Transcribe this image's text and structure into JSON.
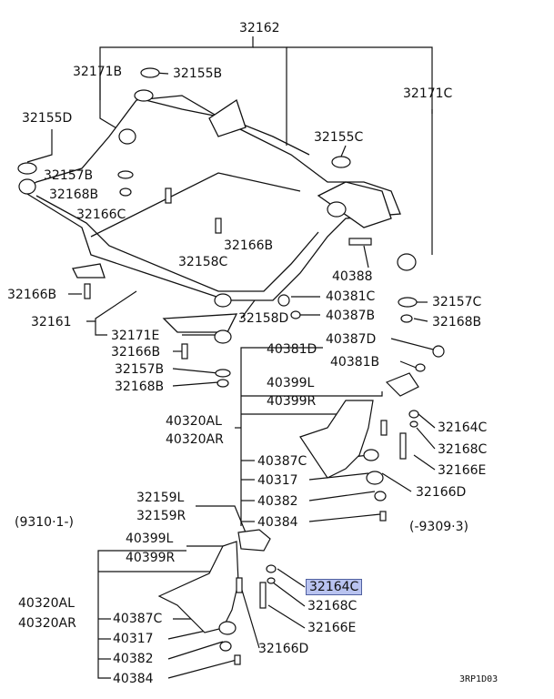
{
  "diagram_code": "3RP1D03",
  "highlight_color": "#b9c3f0",
  "line_color": "#111111",
  "date_ranges": {
    "early": "(9310·1-)",
    "late": "(-9309·3)"
  },
  "parts": {
    "p32162": "32162",
    "p32171B": "32171B",
    "p32155B": "32155B",
    "p32171C": "32171C",
    "p32155D": "32155D",
    "p32155C": "32155C",
    "p32157B_top": "32157B",
    "p32168B_top": "32168B",
    "p32166C": "32166C",
    "p32166B_mid": "32166B",
    "p32158C": "32158C",
    "p40388": "40388",
    "p32166B_left": "32166B",
    "p40381C": "40381C",
    "p32157C": "32157C",
    "p32161": "32161",
    "p32171E": "32171E",
    "p32158D": "32158D",
    "p40387B": "40387B",
    "p32168B_right": "32168B",
    "p32166B_low": "32166B",
    "p40387D": "40387D",
    "p40381D": "40381D",
    "p32157B_low": "32157B",
    "p40381B": "40381B",
    "p32168B_low": "32168B",
    "p40399L": "40399L",
    "p40399R": "40399R",
    "p40320AL": "40320AL",
    "p40320AR": "40320AR",
    "p32164C_r": "32164C",
    "p32168C_r": "32168C",
    "p40387C": "40387C",
    "p32166E_r": "32166E",
    "p40317": "40317",
    "p32166D_r": "32166D",
    "p40382": "40382",
    "p32159L": "32159L",
    "p32159R": "32159R",
    "p40384": "40384",
    "p40399L_b": "40399L",
    "p40399R_b": "40399R",
    "p32164C_b": "32164C",
    "p40320AL_b": "40320AL",
    "p40320AR_b": "40320AR",
    "p32168C_b": "32168C",
    "p40387C_b": "40387C",
    "p32166E_b": "32166E",
    "p40317_b": "40317",
    "p32166D_b": "32166D",
    "p40382_b": "40382",
    "p40384_b": "40384"
  }
}
